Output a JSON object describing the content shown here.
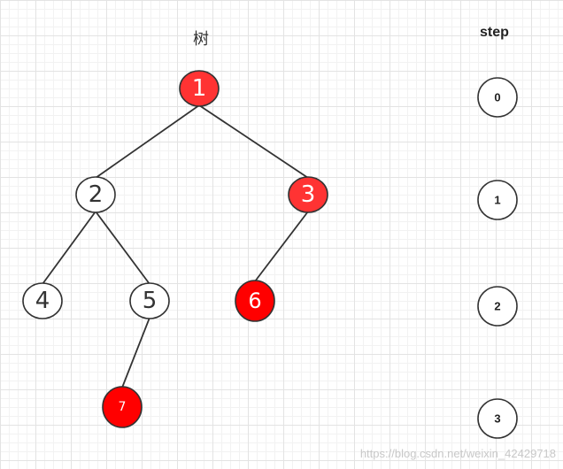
{
  "tree_title": "树",
  "step_title": "step",
  "colors": {
    "highlight": "#ff3333",
    "highlight_dark": "#ff0000",
    "normal": "#ffffff",
    "edge": "#333333"
  },
  "nodes": [
    {
      "id": "1",
      "label": "1",
      "color": "#ff3333",
      "text_color": "#ffffff"
    },
    {
      "id": "2",
      "label": "2",
      "color": "#ffffff",
      "text_color": "#333333"
    },
    {
      "id": "3",
      "label": "3",
      "color": "#ff3333",
      "text_color": "#ffffff"
    },
    {
      "id": "4",
      "label": "4",
      "color": "#ffffff",
      "text_color": "#333333"
    },
    {
      "id": "5",
      "label": "5",
      "color": "#ffffff",
      "text_color": "#333333"
    },
    {
      "id": "6",
      "label": "6",
      "color": "#ff0000",
      "text_color": "#ffffff"
    },
    {
      "id": "7",
      "label": "7",
      "color": "#ff0000",
      "text_color": "#ffffff"
    }
  ],
  "edges": [
    {
      "from": "1",
      "to": "2"
    },
    {
      "from": "1",
      "to": "3"
    },
    {
      "from": "2",
      "to": "4"
    },
    {
      "from": "2",
      "to": "5"
    },
    {
      "from": "3",
      "to": "6"
    },
    {
      "from": "5",
      "to": "7"
    }
  ],
  "steps": [
    "0",
    "1",
    "2",
    "3"
  ],
  "watermark": "https://blog.csdn.net/weixin_42429718"
}
